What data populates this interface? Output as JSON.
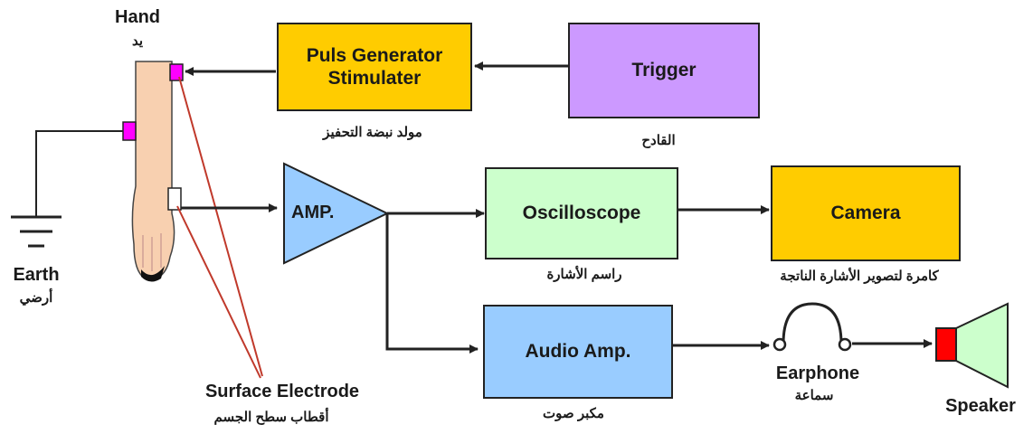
{
  "colors": {
    "yellow_box": "#ffcc00",
    "purple_box": "#cc99ff",
    "green_box": "#ccffcc",
    "blue_box": "#99ccff",
    "electrode_magenta": "#ff00ff",
    "speaker_red": "#ff0000",
    "lead_line": "#c0392b",
    "arrow_line": "#222222"
  },
  "nodes": {
    "pulse_generator": {
      "label_line1": "Puls Generator",
      "label_line2": "Stimulater",
      "caption": "مولد نبضة التحفيز"
    },
    "trigger": {
      "label": "Trigger",
      "caption": "القادح"
    },
    "amp": {
      "label": "AMP."
    },
    "oscilloscope": {
      "label": "Oscilloscope",
      "caption": "راسم الأشارة"
    },
    "camera": {
      "label": "Camera",
      "caption": "كامرة لتصوير الأشارة الناتجة"
    },
    "audio_amp": {
      "label": "Audio Amp.",
      "caption": "مكبر صوت"
    },
    "earphone": {
      "label": "Earphone",
      "caption": "سماعة"
    },
    "speaker": {
      "label": "Speaker"
    },
    "hand": {
      "label": "Hand",
      "caption": "يد"
    },
    "earth": {
      "label": "Earth",
      "caption": "أرضي"
    },
    "surface_electrode": {
      "label": "Surface Electrode",
      "caption": "أقطاب سطح الجسم"
    }
  },
  "edges": [
    {
      "from": "trigger",
      "to": "pulse_generator"
    },
    {
      "from": "pulse_generator",
      "to": "hand"
    },
    {
      "from": "hand",
      "to": "amp"
    },
    {
      "from": "amp",
      "to": "oscilloscope"
    },
    {
      "from": "oscilloscope",
      "to": "camera"
    },
    {
      "from": "amp",
      "to": "audio_amp"
    },
    {
      "from": "audio_amp",
      "to": "earphone"
    },
    {
      "from": "earphone",
      "to": "speaker"
    },
    {
      "from": "hand",
      "to": "earth"
    }
  ]
}
